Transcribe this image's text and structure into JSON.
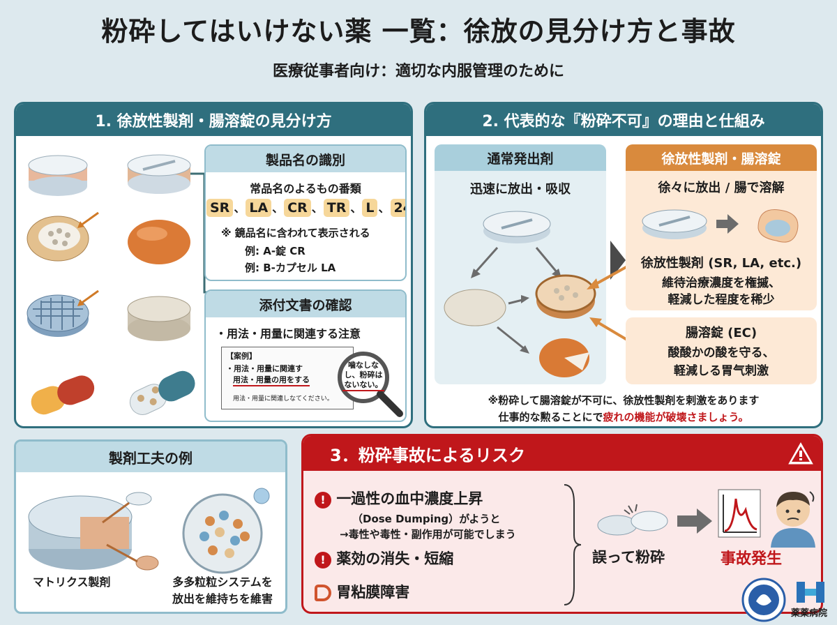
{
  "header": {
    "title": "粉砕してはいけない薬 一覧：徐放の見分け方と事故",
    "subtitle": "医療従事者向け：適切な内服管理のために"
  },
  "section1": {
    "title": "1. 徐放性製剤・腸溶錠の見分け方",
    "product": {
      "title": "製品名の識別",
      "line1": "常品名のよるもの番類",
      "codes": [
        "SR",
        "LA",
        "CR",
        "TR",
        "L",
        "24"
      ],
      "separators": "、",
      "note": "※ 鏡品名に含われて表示される",
      "example1": "例: A-錠 CR",
      "example2": "例: B-カプセル LA"
    },
    "insert": {
      "title": "添付文書の確認",
      "point": "・用法・用量に関連する注意",
      "doc_label": "【案例】",
      "doc_line1": "・用法・用量に関連す",
      "doc_line2": "用法・用量の用をする",
      "doc_bottom": "用法・用量に関連しなてください。",
      "lens_text1": "噛なしな",
      "lens_text2": "し、粉碎は",
      "lens_text3": "ないない。"
    }
  },
  "section2": {
    "title": "2. 代表的な『粉砕不可』の理由と仕組み",
    "normal": {
      "title": "通常発出剤",
      "desc": "迅速に放出・吸収"
    },
    "sr": {
      "title": "徐放性製剤・腸溶錠",
      "desc": "徐々に放出 / 腸で溶解",
      "label": "徐放性製剤 (SR, LA, etc.)",
      "line1": "維待治療濃度を権摵、",
      "line2": "軽減した程度を稀少"
    },
    "ec": {
      "label": "腸溶錠 (EC)",
      "line1": "酸酸かの酸を守る、",
      "line2": "軽減しる胃气刺激"
    },
    "note1": "※粉砕して腸溶錠が不可に、徐放性製剤を剌激をあります",
    "note2a": "仕事的な勲ることにで",
    "note2b": "疲れの機能が破壊さましょう。"
  },
  "section3": {
    "title": "3．粉砕事故によるリスク",
    "risk1": "一過性の血中濃度上昇",
    "risk1_sub1": "（Dose Dumping）がようと",
    "risk1_sub2": "→毒性や毒性・副作用が可能でしまう",
    "risk2": "薬効の消失・短縮",
    "risk3": "胃粘膜障害",
    "mistake": "誤って粉砕",
    "accident": "事故発生",
    "warning_icon": "warning-triangle-icon"
  },
  "formulation": {
    "title": "製剤工夫の例",
    "matrix": "マトリクス製剤",
    "multi1": "多多粒粒システムを",
    "multi2": "放出を維持ちを維害"
  },
  "logos": {
    "hospital": "薬薬病院"
  },
  "colors": {
    "teal": "#2f6f7e",
    "orange": "#d98a3d",
    "red": "#c0171b"
  }
}
